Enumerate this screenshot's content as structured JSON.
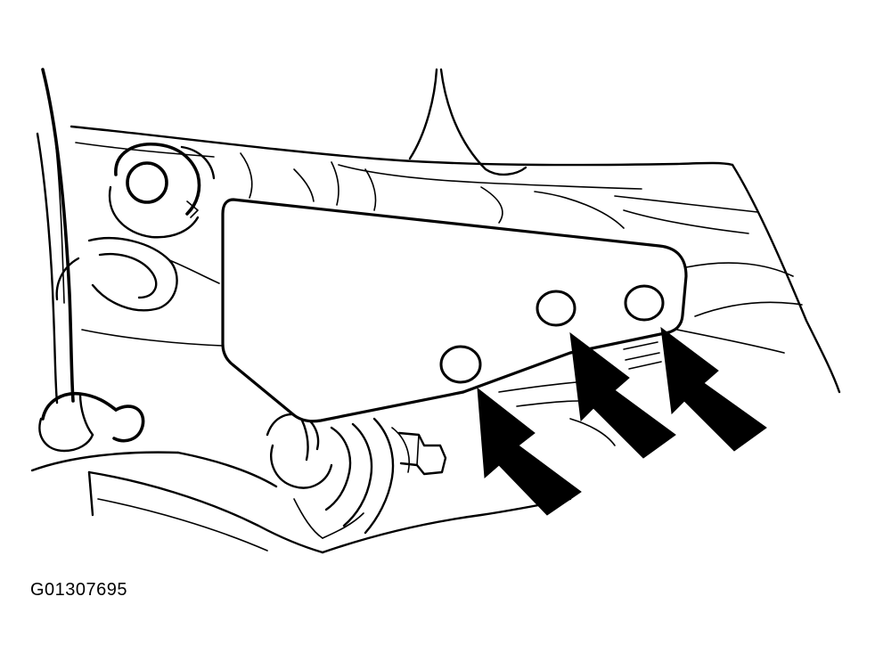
{
  "figure": {
    "id_label": "G01307695",
    "ink_color": "#000000",
    "paper_color": "#ffffff"
  },
  "callouts": [
    {
      "name": "hole-1",
      "kind": "bolt-hole",
      "pointer": "arrow-1"
    },
    {
      "name": "hole-2",
      "kind": "bolt-hole",
      "pointer": "arrow-2"
    },
    {
      "name": "hole-3",
      "kind": "bolt-hole",
      "pointer": "arrow-3"
    }
  ]
}
